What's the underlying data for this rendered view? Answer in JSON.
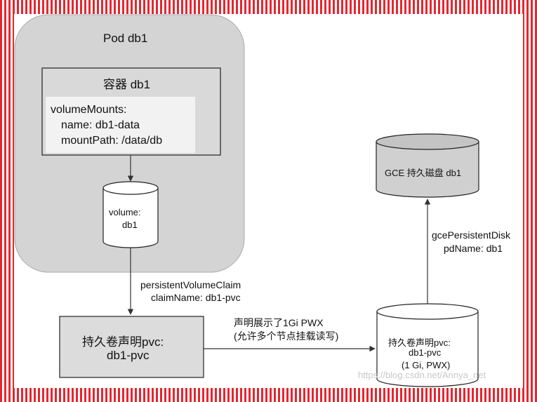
{
  "pod": {
    "title": "Pod db1"
  },
  "container": {
    "title": "容器 db1",
    "volume_mounts_label": "volumeMounts:",
    "name_line": "name: db1-data",
    "mount_path_line": "mountPath: /data/db"
  },
  "volume": {
    "label": "volume:",
    "name": "db1"
  },
  "pvc_ref": {
    "line1": "persistentVolumeClaim",
    "line2": "claimName: db1-pvc"
  },
  "pvc_box": {
    "line1": "持久卷声明pvc:",
    "line2": "db1-pvc"
  },
  "edge_label": {
    "line1": "声明展示了1Gi PWX",
    "line2": "(允许多个节点挂载读写)"
  },
  "pv_cyl": {
    "line1": "持久卷声明pvc:",
    "line2": "db1-pvc",
    "line3": "(1 Gi, PWX)"
  },
  "gce_ref": {
    "line1": "gcePersistentDisk",
    "line2": "pdName: db1"
  },
  "gce_disk": {
    "label": "GCE 持久磁盘 db1"
  },
  "watermark": "https://blog.csdn.net/Annya_net",
  "colors": {
    "frame_red": "#e6262e",
    "pod_fill": "#d4d4d4",
    "box_fill": "#dcdcdc",
    "disk_fill": "#d0d0d0",
    "stroke": "#333333"
  }
}
